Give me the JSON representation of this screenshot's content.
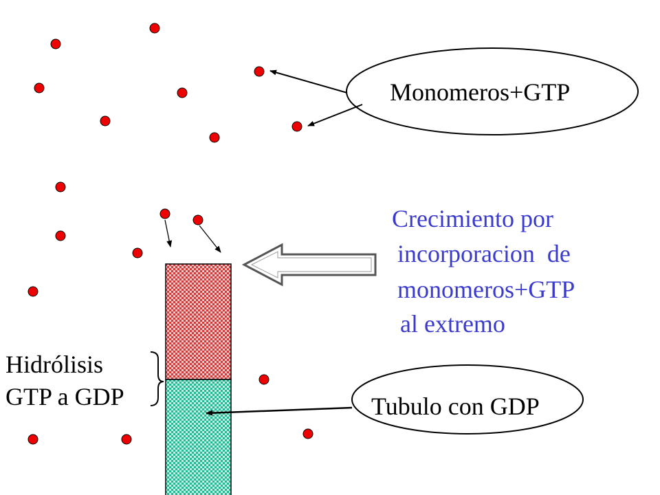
{
  "labels": {
    "monomers_bubble": "Monomeros+GTP",
    "growth_lines": [
      "Crecimiento por",
      "incorporacion  de",
      "monomeros+GTP",
      "al extremo"
    ],
    "tubule_bubble": "Tubulo con GDP",
    "hydrolysis_lines": [
      "Hidrólisis",
      "GTP a GDP"
    ]
  },
  "colors": {
    "monomer": "#ee0000",
    "gtp_cap": "#d84040",
    "gdp_body": "#2fc4a4",
    "growth_text": "#3a3acc",
    "text": "#000000"
  }
}
